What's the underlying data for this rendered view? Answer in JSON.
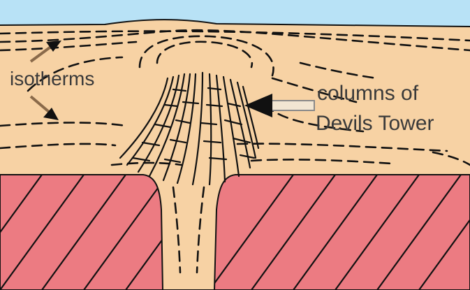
{
  "diagram": {
    "labels": {
      "isotherms": "isotherms",
      "columns_line1": "columns of",
      "columns_line2": "Devils Tower"
    },
    "colors": {
      "sky": "#b8e2f6",
      "sediment": "#f7d2a4",
      "basement": "#ec7b82",
      "line": "#111111"
    }
  }
}
